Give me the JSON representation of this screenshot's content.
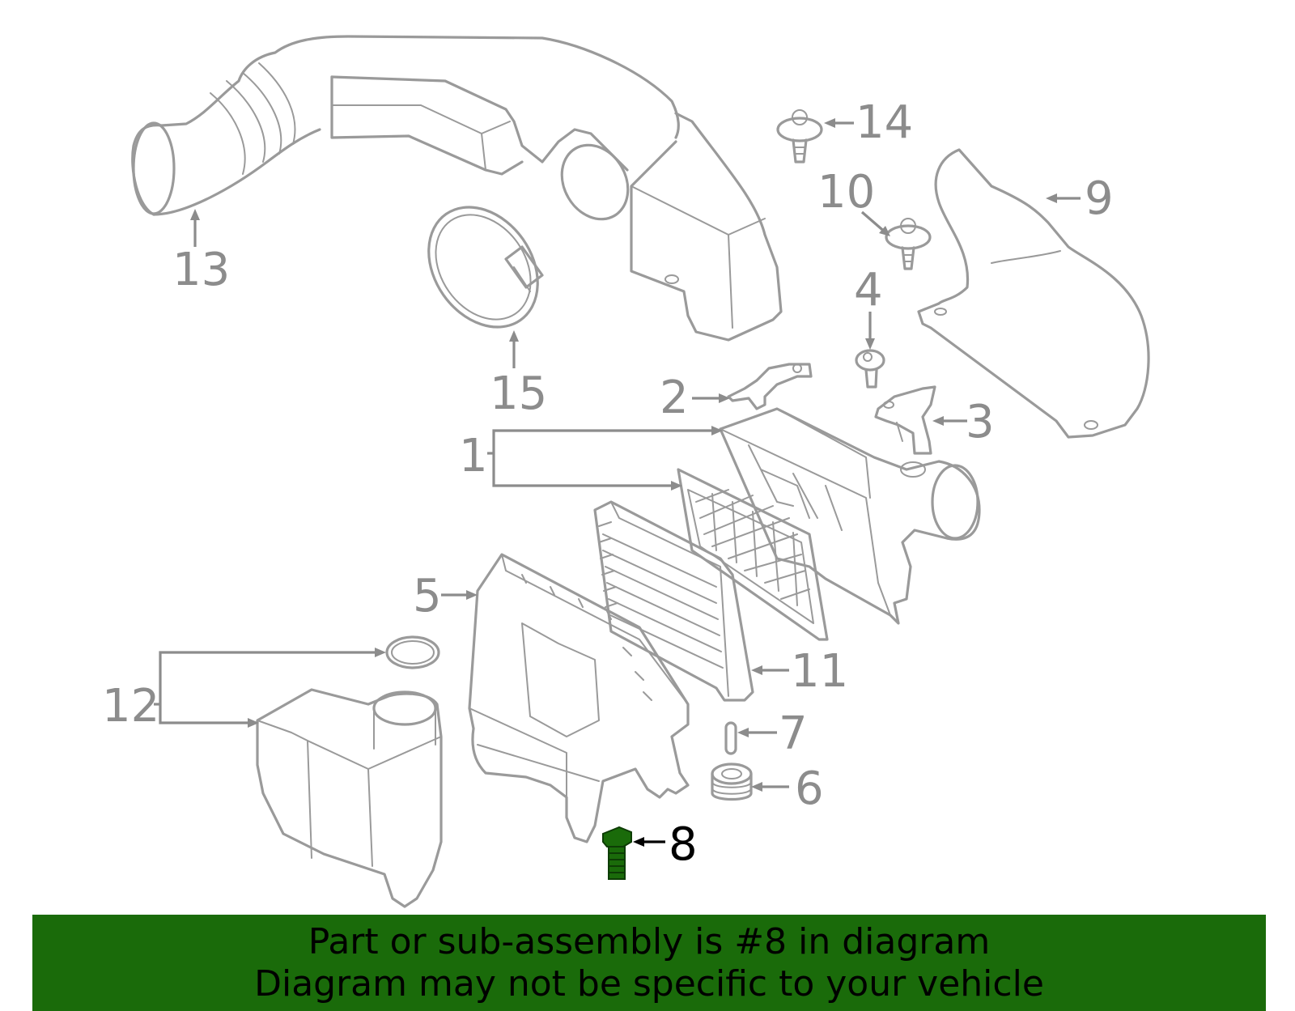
{
  "diagram": {
    "callouts": [
      {
        "id": "1",
        "label": "1"
      },
      {
        "id": "2",
        "label": "2"
      },
      {
        "id": "3",
        "label": "3"
      },
      {
        "id": "4",
        "label": "4"
      },
      {
        "id": "5",
        "label": "5"
      },
      {
        "id": "6",
        "label": "6"
      },
      {
        "id": "7",
        "label": "7"
      },
      {
        "id": "8",
        "label": "8"
      },
      {
        "id": "9",
        "label": "9"
      },
      {
        "id": "10",
        "label": "10"
      },
      {
        "id": "11",
        "label": "11"
      },
      {
        "id": "12",
        "label": "12"
      },
      {
        "id": "13",
        "label": "13"
      },
      {
        "id": "14",
        "label": "14"
      },
      {
        "id": "15",
        "label": "15"
      }
    ],
    "highlighted_part": "8",
    "colors": {
      "line": "#9a9a9a",
      "highlight": "#1a6b0a",
      "banner": "#1a6b0a",
      "highlight_label": "#000000"
    }
  },
  "banner": {
    "line1": "Part or sub-assembly is #8 in diagram",
    "line2": "Diagram may not be specific to your vehicle"
  }
}
